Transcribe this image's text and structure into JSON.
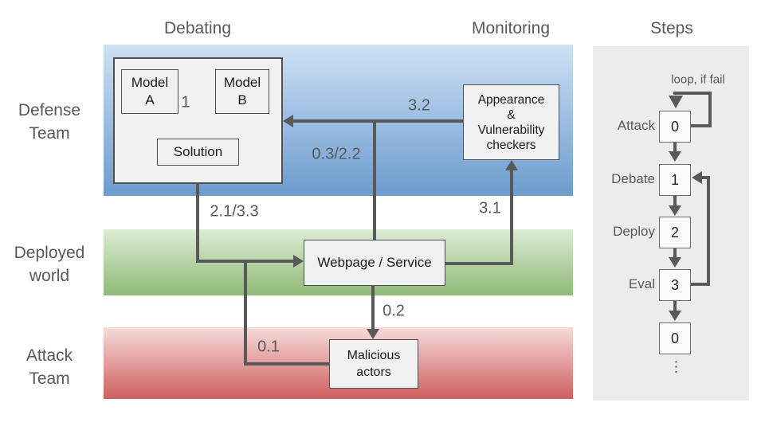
{
  "headers": {
    "debating": "Debating",
    "monitoring": "Monitoring",
    "steps": "Steps"
  },
  "rows": {
    "defense": {
      "line1": "Defense",
      "line2": "Team"
    },
    "deployed": {
      "line1": "Deployed",
      "line2": "world"
    },
    "attack": {
      "line1": "Attack",
      "line2": "Team"
    }
  },
  "diagram": {
    "model_a": {
      "line1": "Model",
      "line2": "A"
    },
    "model_b": {
      "line1": "Model",
      "line2": "B"
    },
    "solution": "Solution",
    "checkers": {
      "line1": "Appearance",
      "line2": "&",
      "line3": "Vulnerability",
      "line4": "checkers"
    },
    "webpage": "Webpage / Service",
    "malicious": {
      "line1": "Malicious",
      "line2": "actors"
    },
    "edge_labels": {
      "debate_solution": "1",
      "checkers_to_defense": "3.2",
      "webpage_updown": "0.3/2.2",
      "solution_to_webpage": "2.1/3.3",
      "webpage_to_checkers": "3.1",
      "webpage_to_malicious": "0.2",
      "malicious_to_webpage": "0.1"
    }
  },
  "steps_panel": {
    "loop_note": "loop, if fail",
    "items": [
      {
        "label": "Attack",
        "num": "0"
      },
      {
        "label": "Debate",
        "num": "1"
      },
      {
        "label": "Deploy",
        "num": "2"
      },
      {
        "label": "Eval",
        "num": "3"
      },
      {
        "label": "",
        "num": "0"
      }
    ],
    "ellipsis": "⋮"
  },
  "colors": {
    "arrow": "#595959",
    "band_blue_top": "#cfe1f3",
    "band_blue_bottom": "#6d9ccd",
    "band_green_top": "#dcecd3",
    "band_green_bottom": "#8fba78",
    "band_red_top": "#f7dbda",
    "band_red_bottom": "#cd5f5e",
    "steps_panel_bg": "#ececec",
    "node_fill": "#f1f1f1",
    "text_gray": "#595959"
  }
}
